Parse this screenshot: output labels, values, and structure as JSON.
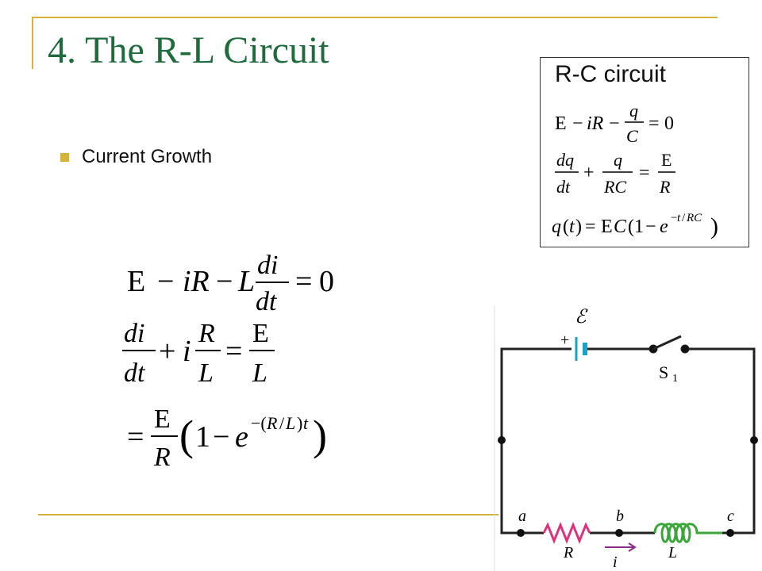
{
  "slide": {
    "title": "4. The R-L Circuit",
    "bullet": "Current Growth"
  },
  "rc_box": {
    "title": "R-C circuit"
  },
  "circuit": {
    "labels": {
      "emf": "ℰ",
      "plus": "+",
      "switch": "S",
      "switch_sub": "1",
      "a": "a",
      "b": "b",
      "c": "c",
      "R": "R",
      "L": "L",
      "i": "i"
    }
  },
  "colors": {
    "title": "#1e6b3c",
    "accent": "#d4b23c",
    "battery": "#1aa3c9",
    "resistor": "#e0307a",
    "inductor": "#3aa63a",
    "current_arrow": "#8a2d8a"
  }
}
